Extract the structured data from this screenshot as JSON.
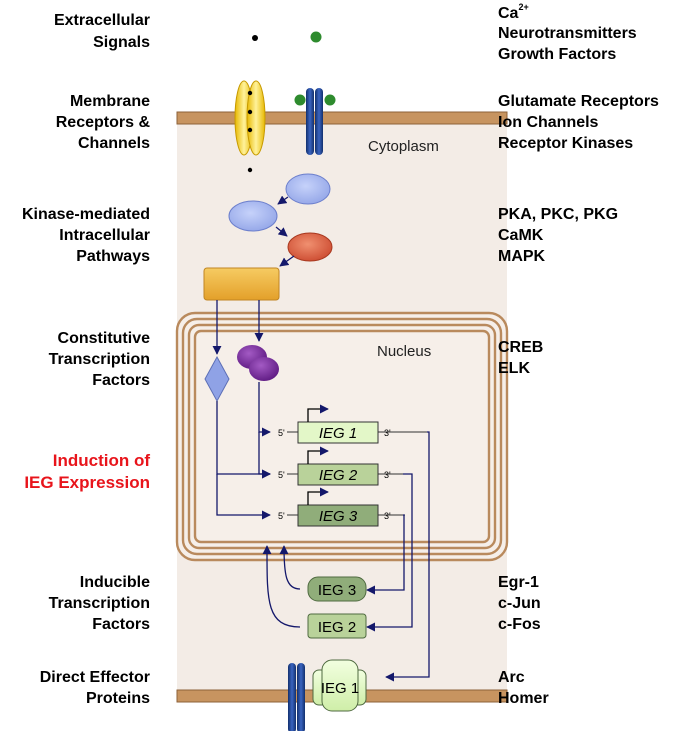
{
  "left_labels": {
    "extracellular": [
      "Extracellular",
      "Signals"
    ],
    "membrane": [
      "Membrane",
      "Receptors &",
      "Channels"
    ],
    "kinase": [
      "Kinase-mediated",
      "Intracellular",
      "Pathways"
    ],
    "constitutive": [
      "Constitutive",
      "Transcription",
      "Factors"
    ],
    "induction": [
      "Induction of",
      "IEG Expression"
    ],
    "inducible": [
      "Inducible",
      "Transcription",
      "Factors"
    ],
    "effector": [
      "Direct Effector",
      "Proteins"
    ]
  },
  "right_labels": {
    "signals": {
      "ca": "Ca",
      "ca_sup": "2+",
      "neuro": "Neurotransmitters",
      "growth": "Growth Factors"
    },
    "receptors": [
      "Glutamate Receptors",
      "Ion Channels",
      "Receptor Kinases"
    ],
    "kinases": [
      "PKA, PKC, PKG",
      "CaMK",
      "MAPK"
    ],
    "constitutive": [
      "CREB",
      "ELK"
    ],
    "inducible": [
      "Egr-1",
      "c-Jun",
      "c-Fos"
    ],
    "effector": [
      "Arc",
      "Homer"
    ]
  },
  "regions": {
    "cytoplasm": "Cytoplasm",
    "nucleus": "Nucleus"
  },
  "genes": [
    {
      "label": "IEG 1",
      "five": "5'",
      "three": "3'"
    },
    {
      "label": "IEG 2",
      "five": "5'",
      "three": "3'"
    },
    {
      "label": "IEG 3",
      "five": "5'",
      "three": "3'"
    }
  ],
  "proteins": {
    "ieg3": "IEG 3",
    "ieg2": "IEG 2",
    "ieg1": "IEG 1"
  },
  "colors": {
    "membrane": "#c79460",
    "cell_bg": "#f3ece6",
    "arrow": "#14186b",
    "ion_channel": "#f0c419",
    "receptor": "#1c3e8c",
    "ligand_green": "#2e8b2e",
    "kinase_blue": "#a2b3ef",
    "kinase_red": "#d9583d",
    "kinase_orange": "#f0b640",
    "tf_purple": "#7b2a9a",
    "gene1": "#e3f7c8",
    "gene2": "#b9d29a",
    "gene3": "#90ad7a",
    "red_label": "#e8141b"
  }
}
